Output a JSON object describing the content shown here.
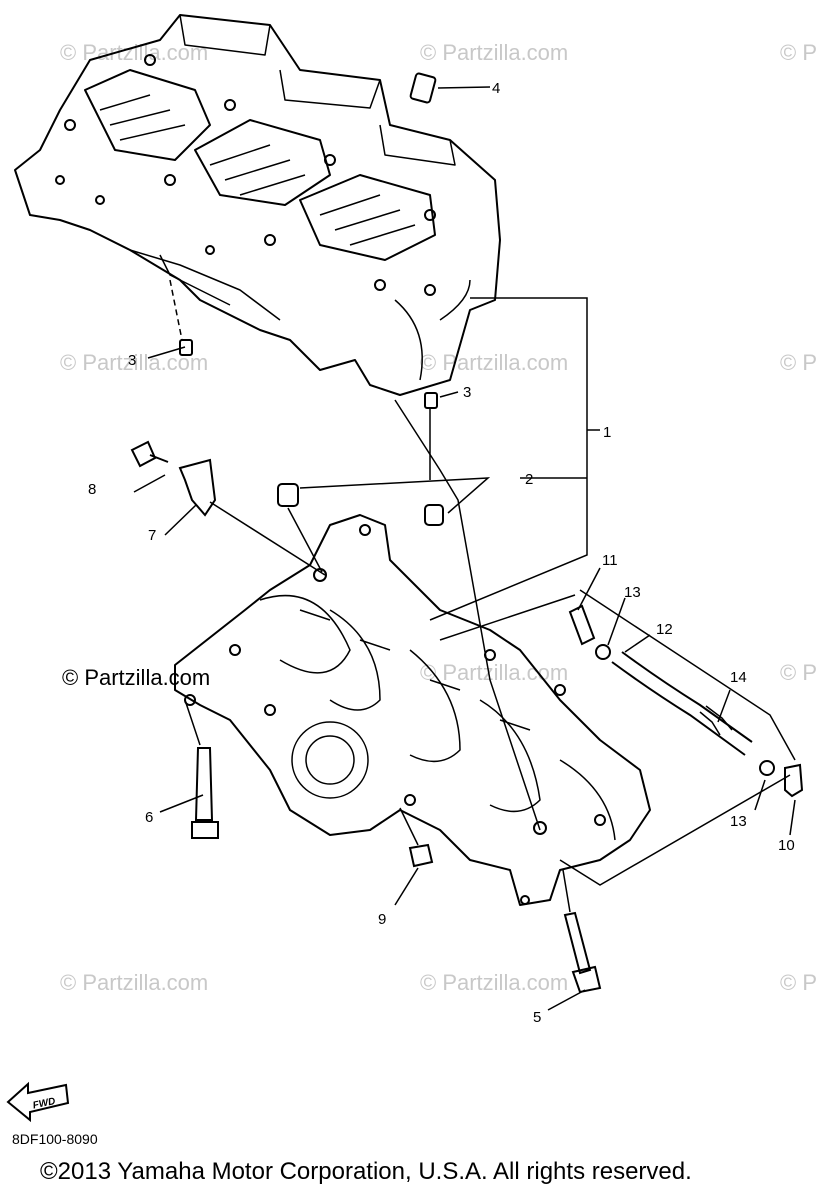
{
  "callouts": {
    "c1": "1",
    "c2": "2",
    "c3a": "3",
    "c3b": "3",
    "c4": "4",
    "c5": "5",
    "c6": "6",
    "c7": "7",
    "c8": "8",
    "c9": "9",
    "c10": "10",
    "c11": "11",
    "c12": "12",
    "c13a": "13",
    "c13b": "13",
    "c14": "14"
  },
  "watermark": "© Partzilla.com",
  "fwd_label": "FWD",
  "diagram_code": "8DF100-8090",
  "copyright": "©2013  Yamaha Motor Corporation, U.S.A. All rights reserved."
}
